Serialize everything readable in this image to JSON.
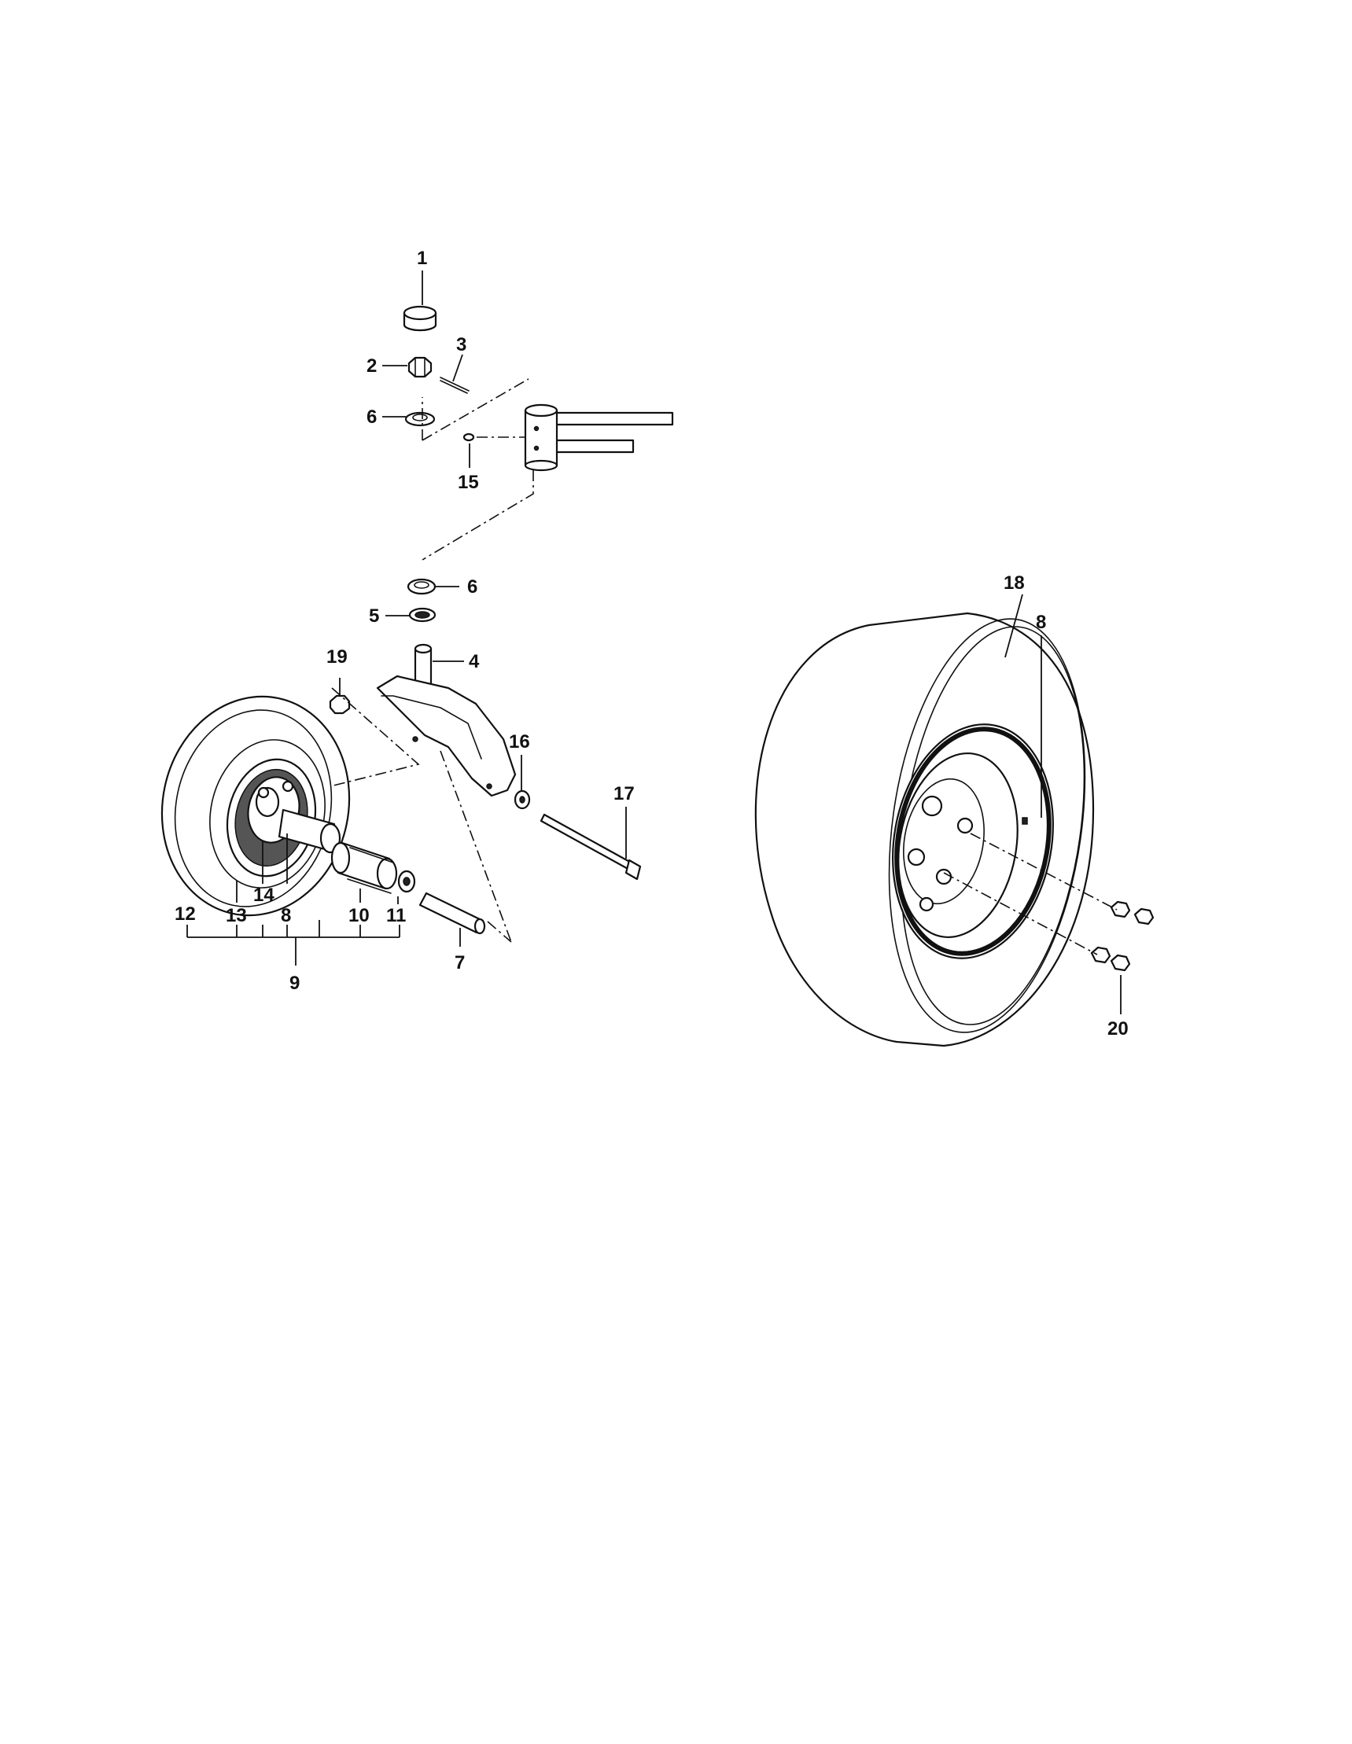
{
  "callouts": {
    "c1": "1",
    "c2": "2",
    "c3": "3",
    "c6a": "6",
    "c15": "15",
    "c6b": "6",
    "c5": "5",
    "c4": "4",
    "c19": "19",
    "c16": "16",
    "c17": "17",
    "c12": "12",
    "c13": "13",
    "c14": "14",
    "c8a": "8",
    "c10": "10",
    "c11": "11",
    "c9": "9",
    "c7": "7",
    "c18": "18",
    "c8b": "8",
    "c20": "20"
  },
  "colors": {
    "ink": "#111111",
    "paper": "#ffffff"
  }
}
